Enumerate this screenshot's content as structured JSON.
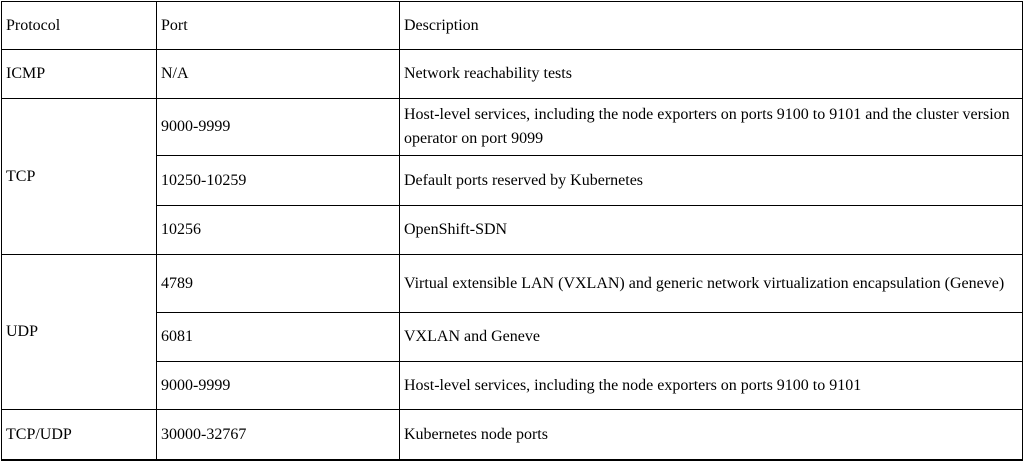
{
  "table": {
    "headers": [
      "Protocol",
      "Port",
      "Description"
    ],
    "groups": [
      {
        "protocol": "ICMP",
        "rows": [
          {
            "port": "N/A",
            "description": "Network reachability tests"
          }
        ]
      },
      {
        "protocol": "TCP",
        "rows": [
          {
            "port": "9000-9999",
            "description": "Host-level services, including the node exporters on ports 9100 to 9101 and the cluster version operator on port 9099"
          },
          {
            "port": "10250-10259",
            "description": "Default ports reserved by Kubernetes"
          },
          {
            "port": "10256",
            "description": "OpenShift-SDN"
          }
        ]
      },
      {
        "protocol": "UDP",
        "rows": [
          {
            "port": "4789",
            "description": "Virtual extensible LAN (VXLAN) and generic network virtualization encapsulation (Geneve)"
          },
          {
            "port": "6081",
            "description": "VXLAN and Geneve"
          },
          {
            "port": "9000-9999",
            "description": "Host-level services, including the node exporters on ports 9100 to 9101"
          }
        ]
      },
      {
        "protocol": "TCP/UDP",
        "rows": [
          {
            "port": "30000-32767",
            "description": "Kubernetes node ports"
          }
        ]
      }
    ]
  }
}
